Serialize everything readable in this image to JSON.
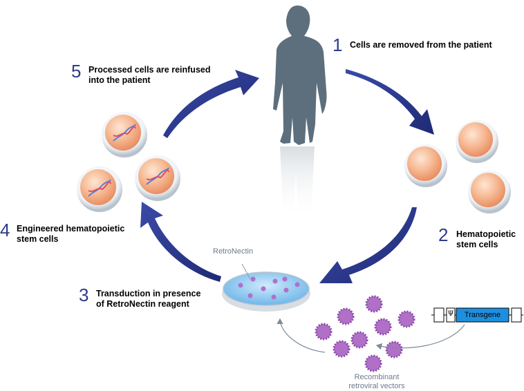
{
  "steps": [
    {
      "number": "1",
      "lines": [
        "Cells are removed from the patient"
      ]
    },
    {
      "number": "2",
      "lines": [
        "Hematopoietic",
        "stem cells"
      ]
    },
    {
      "number": "3",
      "lines": [
        "Transduction in presence",
        "of RetroNectin reagent"
      ]
    },
    {
      "number": "4",
      "lines": [
        "Engineered hematopoietic",
        "stem cells"
      ]
    },
    {
      "number": "5",
      "lines": [
        "Processed cells are reinfused",
        "into the patient"
      ]
    }
  ],
  "dish_label": "RetroNectin",
  "vectors_label": [
    "Recombinant",
    "retroviral vectors"
  ],
  "construct": {
    "psi": "Ψ",
    "transgene": "Transgene"
  },
  "colors": {
    "arrow": "#2b3a8f",
    "step_number": "#2e3a8c",
    "silhouette": "#5d6f7d",
    "cell": "#f4b48f",
    "dish_liquid": "#8ec9f0",
    "virus": "#b070c8",
    "transgene_box": "#1e8fe0"
  }
}
